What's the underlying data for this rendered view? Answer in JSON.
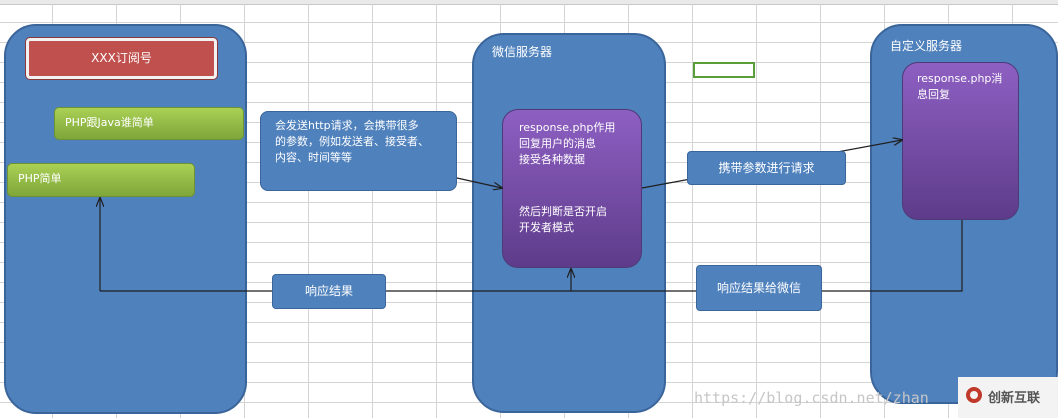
{
  "left": {
    "subscription_label": "XXX订阅号",
    "php_java_article": "PHP跟Java谁简单",
    "php_article": "PHP简单"
  },
  "request_note": {
    "line1": "会发送http请求，会携带很多",
    "line2": "的参数，例如发送者、接受者、",
    "line3": "内容、时间等等"
  },
  "wechat_server": {
    "title": "微信服务器",
    "line1": "response.php作用",
    "line2": "回复用户的消息",
    "line3": "接受各种数据",
    "line4": "然后判断是否开启",
    "line5": "开发者模式"
  },
  "custom_server": {
    "title": "自定义服务器",
    "line1": "response.php消",
    "line2": "息回复"
  },
  "labels": {
    "request_with_params": "携带参数进行请求",
    "response_result": "响应结果",
    "response_to_wechat": "响应结果给微信"
  },
  "watermark": "https://blog.csdn.net/zhan",
  "brand": "创新互联",
  "colors": {
    "box_blue": "#4f81bd",
    "box_purple": "#7e57b4",
    "button_green": "#9bbb59",
    "label_red": "#c0504d",
    "arrow_dark": "#1f1f1f"
  }
}
